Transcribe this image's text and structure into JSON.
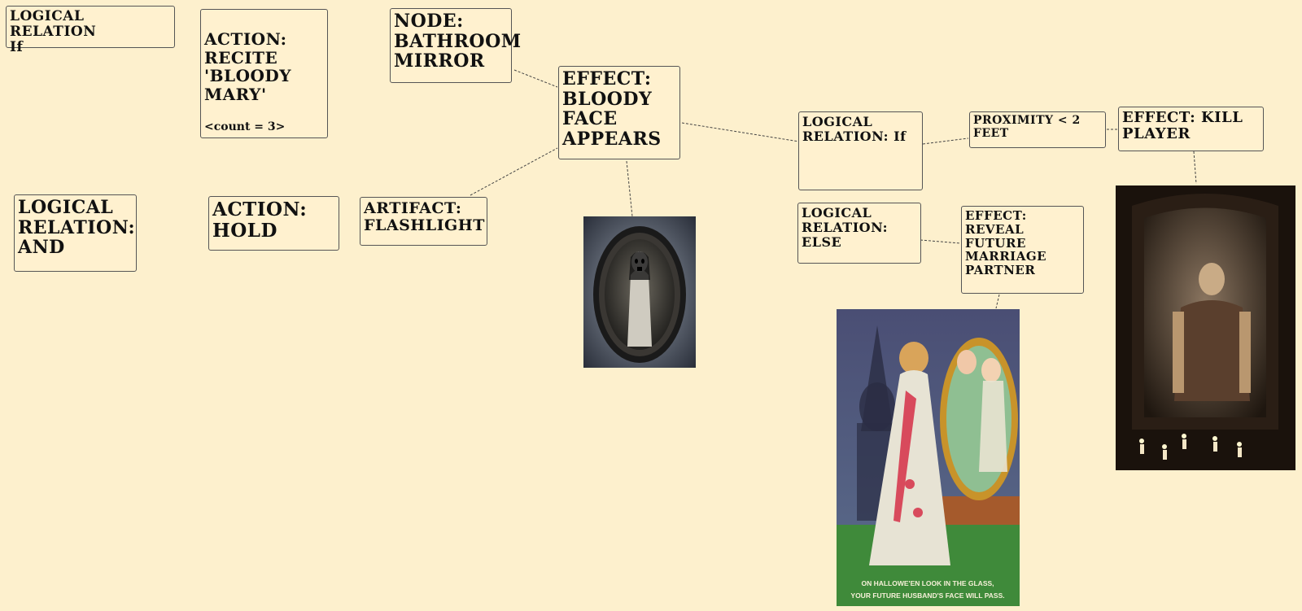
{
  "nodes": {
    "logical_if_top": "LOGICAL RELATION\nIf",
    "action_recite": "ACTION:\nRECITE\n'BLOODY\nMARY'",
    "action_recite_count": "<count = 3>",
    "node_mirror": "NODE:\nBATHROOM\nMIRROR",
    "effect_face": "EFFECT:\nBLOODY\nFACE\nAPPEARS",
    "logical_if_right": "LOGICAL\nRELATION: If",
    "proximity": "PROXIMITY < 2\nFEET",
    "effect_kill": "EFFECT: KILL\nPLAYER",
    "logical_and": "LOGICAL\nRELATION:\nAND",
    "action_hold": "ACTION:\nHOLD",
    "artifact_flashlight": "ARTIFACT:\nFLASHLIGHT",
    "logical_else": "LOGICAL\nRELATION:\nELSE",
    "effect_reveal": "EFFECT:\nREVEAL\nFUTURE\nMARRIAGE\nPARTNER"
  },
  "postcard": {
    "line1": "ON HALLOWE'EN LOOK IN THE GLASS,",
    "line2": "YOUR FUTURE HUSBAND'S FACE WILL PASS."
  },
  "colors": {
    "background": "#fdf0cd",
    "node_border": "#555555",
    "postcard_sash": "#d84a5c",
    "postcard_floor": "#3f8a3a"
  }
}
